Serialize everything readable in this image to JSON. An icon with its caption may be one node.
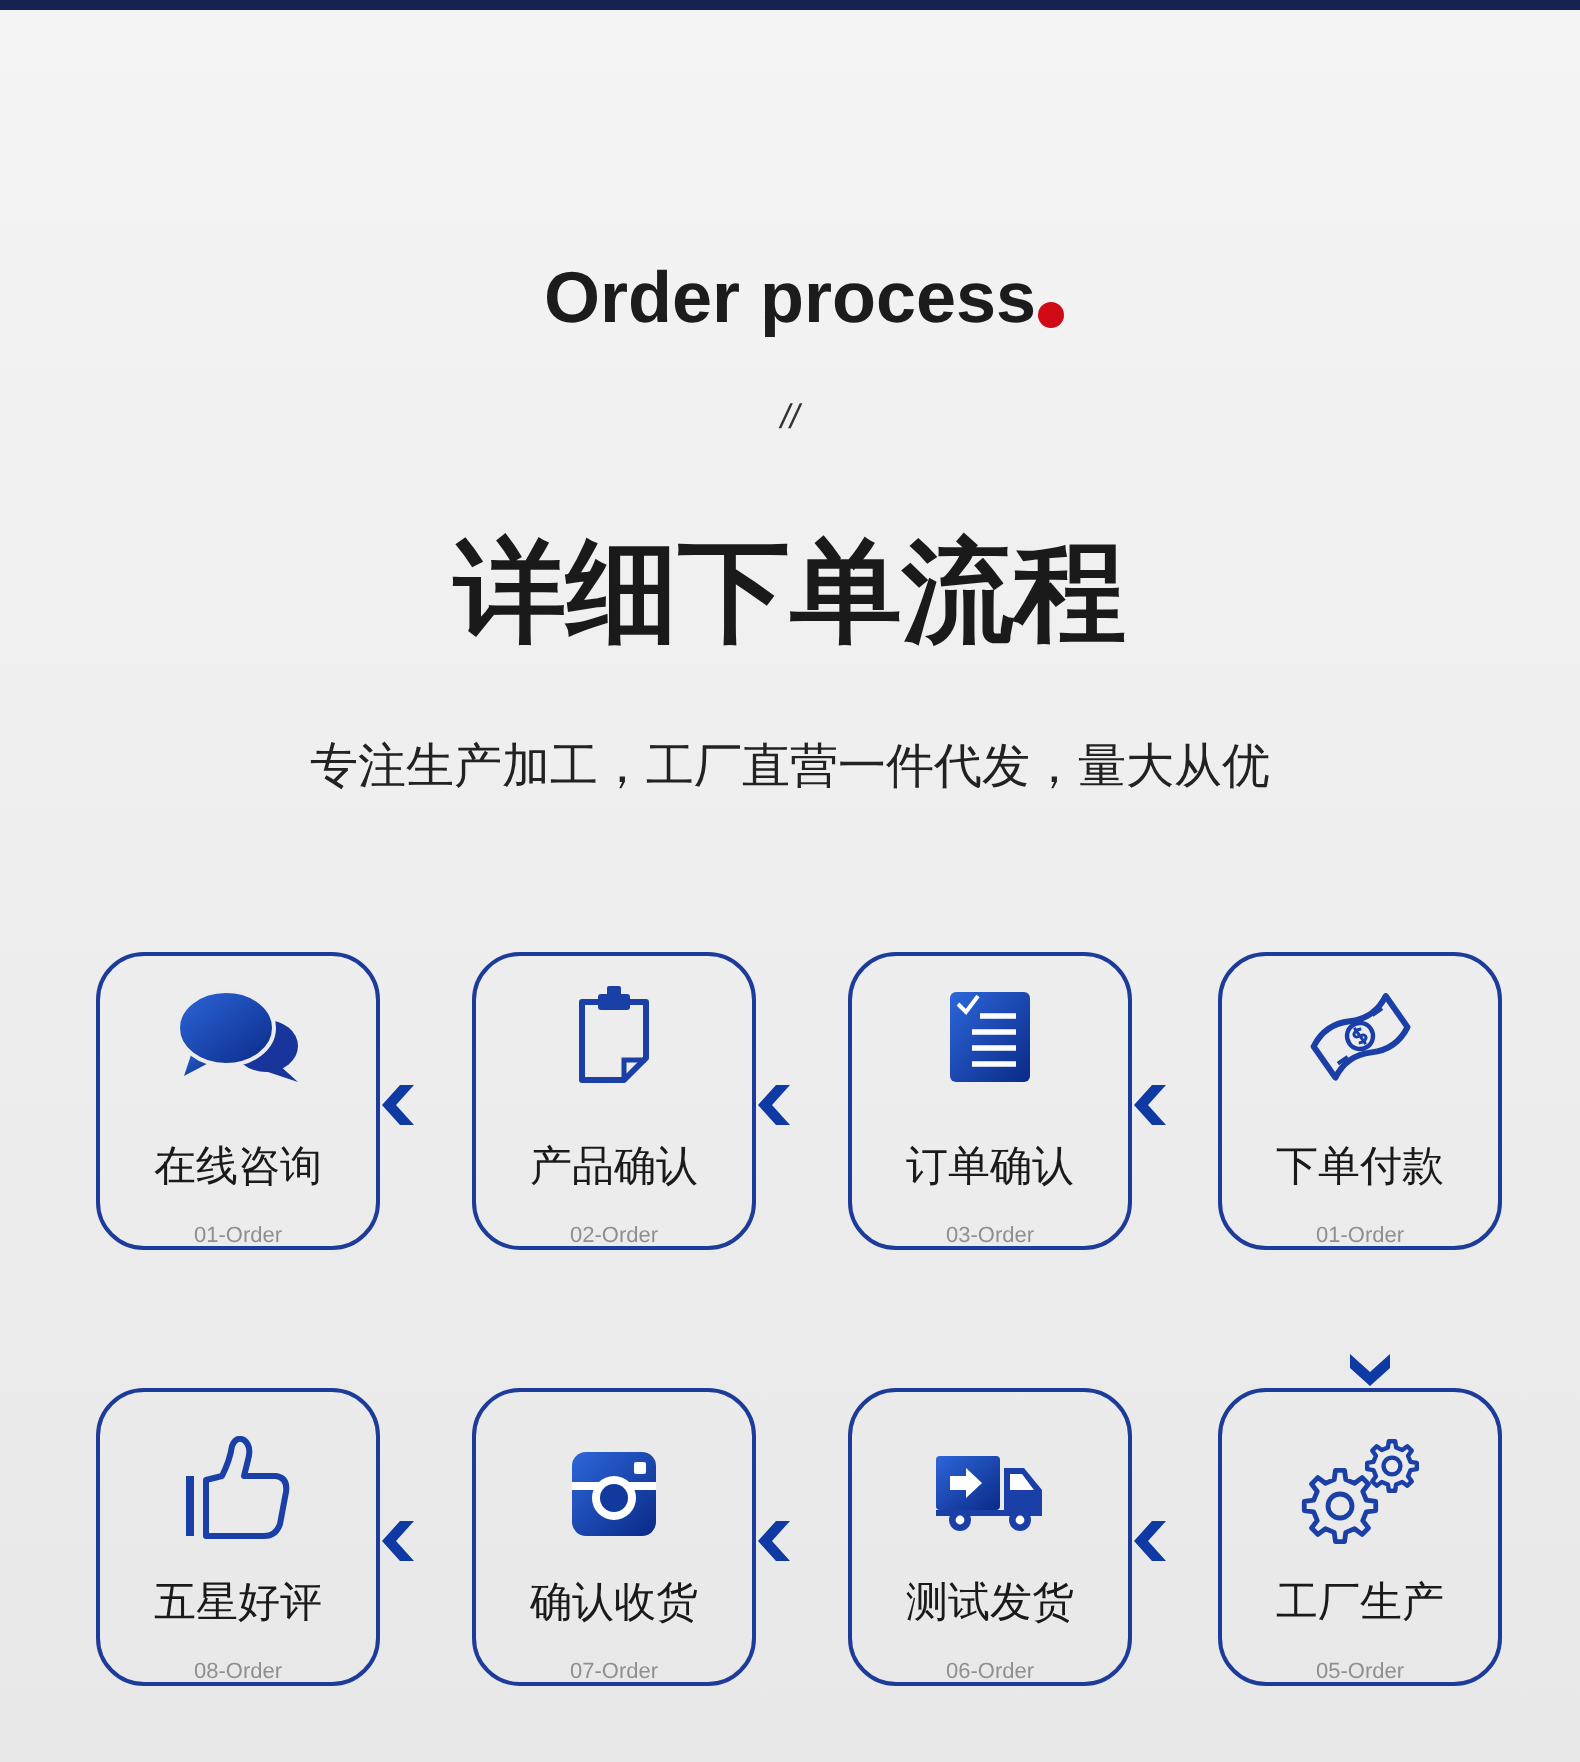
{
  "diagram": {
    "title": "详细下单流程",
    "nodes": [
      {
        "text": [
          "在线咨询",
          "01-Order"
        ]
      },
      {
        "text": [
          "产品确认",
          "02-Order"
        ]
      },
      {
        "text": [
          "订单确认",
          "03-Order"
        ]
      },
      {
        "text": [
          "下单付款",
          "01-Order"
        ]
      },
      {
        "text": [
          "五星好评",
          "08-Order"
        ]
      },
      {
        "text": [
          "确认收货",
          "07-Order"
        ]
      },
      {
        "text": [
          "测试发货",
          "06-Order"
        ]
      },
      {
        "text": [
          "工厂生产",
          "05-Order"
        ]
      }
    ],
    "edges": [
      {
        "from": 3,
        "to": 2,
        "arrow": "to"
      },
      {
        "from": 2,
        "to": 1,
        "arrow": "to"
      },
      {
        "from": 1,
        "to": 0,
        "arrow": "to"
      },
      {
        "from": 3,
        "to": 7,
        "arrow": "to"
      },
      {
        "from": 7,
        "to": 6,
        "arrow": "to"
      },
      {
        "from": 6,
        "to": 5,
        "arrow": "to"
      },
      {
        "from": 5,
        "to": 4,
        "arrow": "to"
      }
    ],
    "labels": [
      "Order process",
      "//",
      "专注生产加工，工厂直营一件代发，量大从优"
    ]
  }
}
